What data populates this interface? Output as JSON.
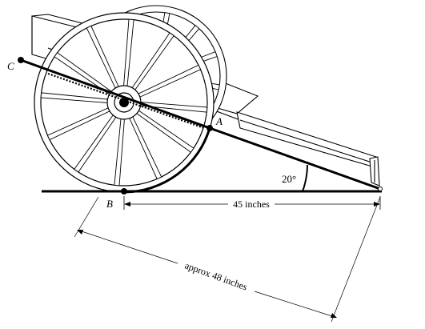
{
  "diagram": {
    "points": {
      "a": "A",
      "b": "B",
      "c": "C"
    },
    "angle_label": "20°",
    "base_dimension": "45 inches",
    "slant_dimension": "approx 48 inches"
  },
  "colors": {
    "ink": "#000000",
    "background": "#ffffff",
    "hub_fill": "#ffffff"
  }
}
